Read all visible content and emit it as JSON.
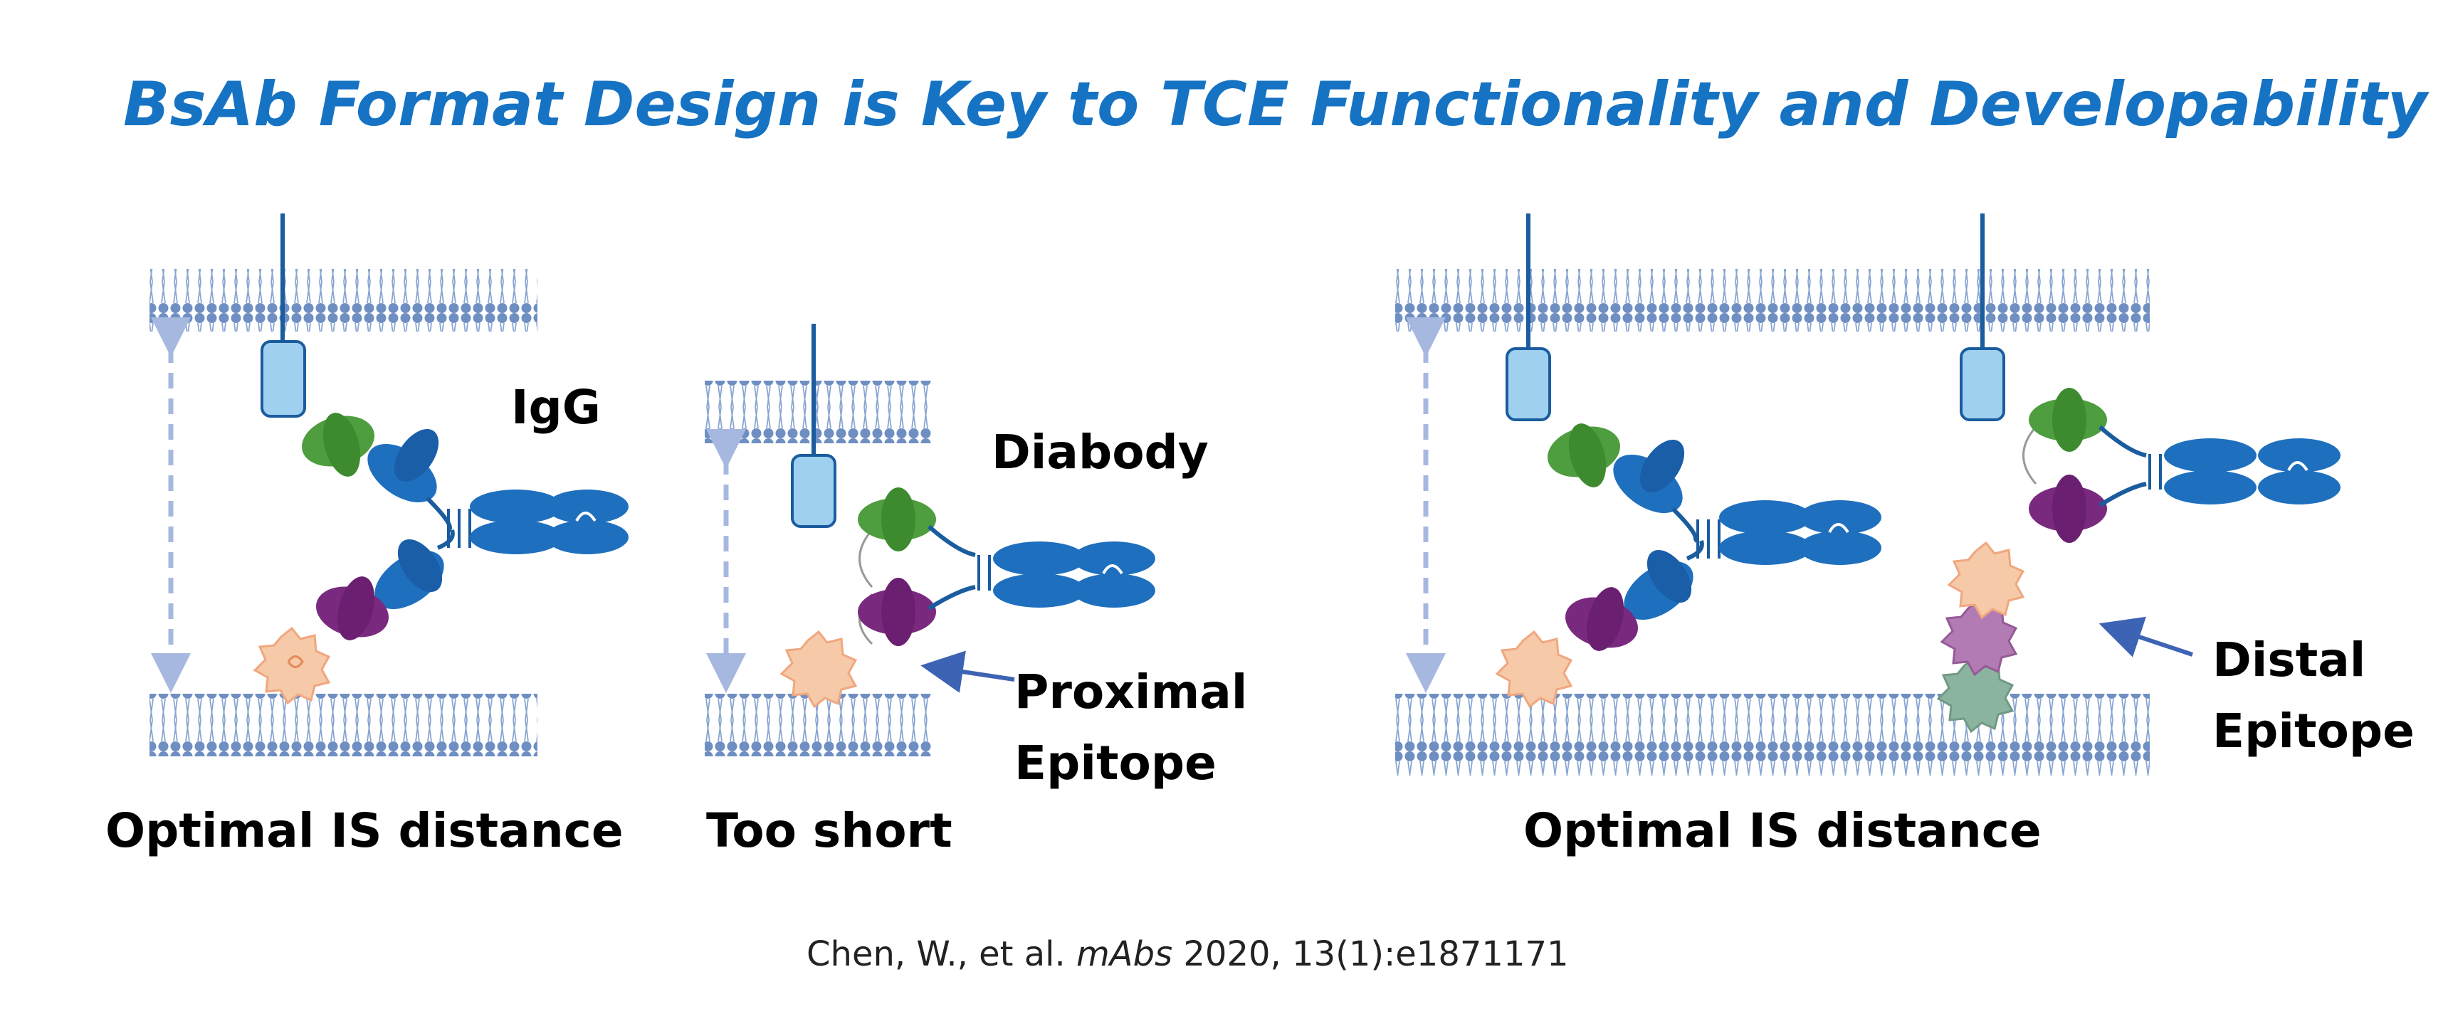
{
  "title": "BsAb Format Design is Key to TCE Functionality and Developability",
  "panels": [
    {
      "format_label": "IgG",
      "caption": "Optimal IS distance"
    },
    {
      "format_label": "Diabody",
      "caption": "Too short",
      "epitope_label": [
        "Proximal",
        "Epitope"
      ]
    },
    {
      "caption": "Optimal IS distance",
      "epitope_label": [
        "Distal",
        "Epitope"
      ]
    }
  ],
  "citation": {
    "authors": "Chen, W., et al.",
    "journal": "mAbs",
    "details": "2020, 13(1):e1871171"
  },
  "colors": {
    "title": "#1673c3",
    "membrane": "#6f8fc3",
    "receptor": "#9fd0ef",
    "antibody_blue": "#1f6fbf",
    "vh_green": "#4e9d3e",
    "vh_purple": "#7a2a7e",
    "antigen_peach": "#f6c9a8",
    "antigen_purple": "#b27bb3",
    "antigen_green": "#8ab49f",
    "arrow": "#3d64b4",
    "distance_arrow": "#a7b8e0"
  }
}
